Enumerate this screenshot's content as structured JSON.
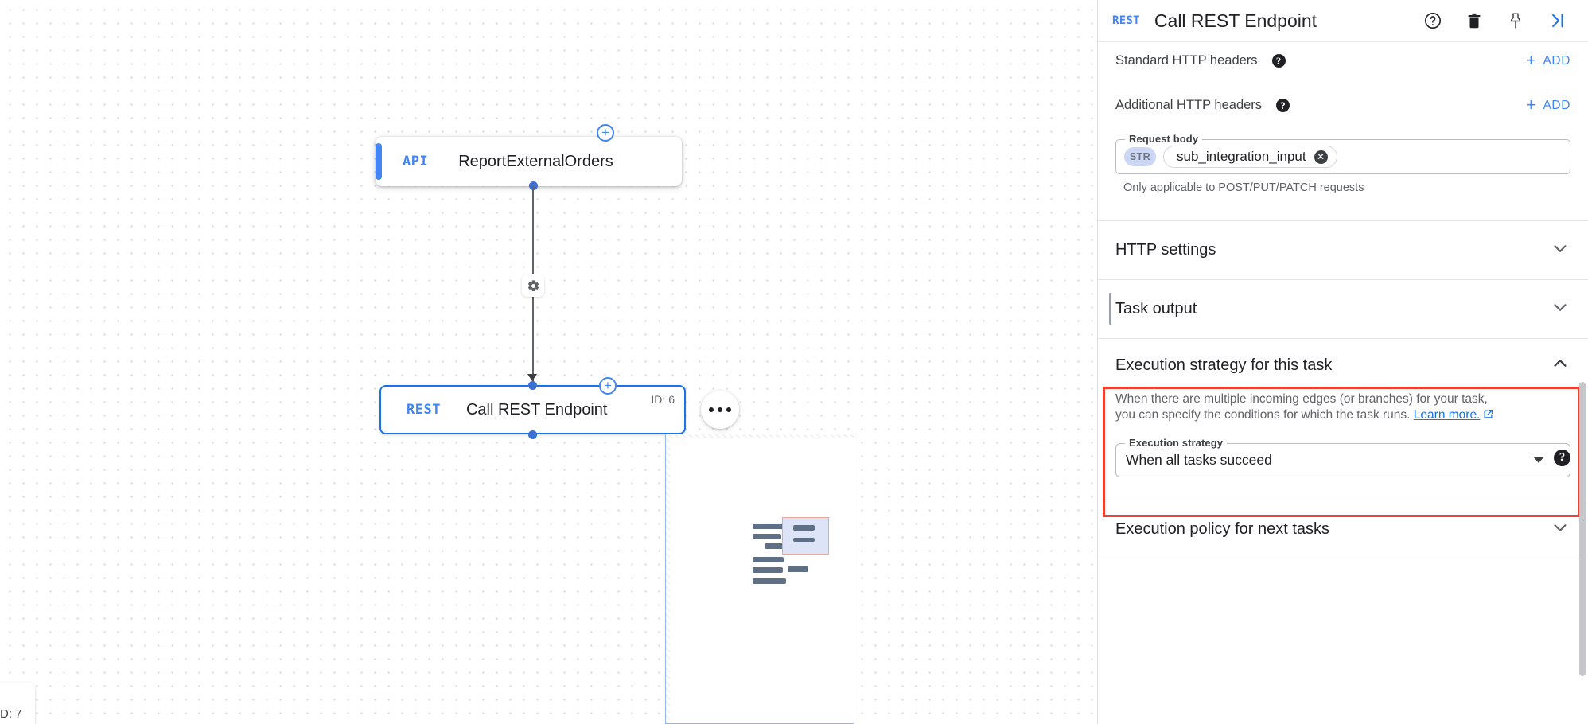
{
  "panel": {
    "header": {
      "badge": "REST",
      "title": "Call REST Endpoint",
      "icons": [
        {
          "name": "help-icon",
          "label": "Help"
        },
        {
          "name": "delete-icon",
          "label": "Delete"
        },
        {
          "name": "pin-icon",
          "label": "Pin"
        },
        {
          "name": "collapse-panel-icon",
          "label": "Collapse panel"
        }
      ]
    },
    "standard_headers": {
      "label": "Standard HTTP headers",
      "help": "?",
      "add_label": "ADD"
    },
    "additional_headers": {
      "label": "Additional HTTP headers",
      "help": "?",
      "add_label": "ADD"
    },
    "request_body": {
      "legend": "Request body",
      "type_pill": "STR",
      "variable": "sub_integration_input",
      "remove": "✕",
      "hint": "Only applicable to POST/PUT/PATCH requests"
    },
    "http_settings": {
      "title": "HTTP settings",
      "state": "collapsed",
      "chevron": "chevron-down"
    },
    "task_output": {
      "title": "Task output",
      "state": "collapsed",
      "chevron": "chevron-down"
    },
    "execution_strategy": {
      "title": "Execution strategy for this task",
      "state": "expanded",
      "chevron": "chevron-up",
      "description_line1": "When there are multiple incoming edges (or branches) for your task,",
      "description_line2": "you can specify the conditions for which the task runs.",
      "learn_more": "Learn more.",
      "field_legend": "Execution strategy",
      "selected_value": "When all tasks succeed",
      "help": "?",
      "highlight_color": "#ea4335"
    },
    "execution_policy": {
      "title": "Execution policy for next tasks",
      "state": "collapsed",
      "chevron": "chevron-down"
    }
  },
  "canvas": {
    "nodes": [
      {
        "id": "node-api",
        "badge": "API",
        "title": "ReportExternalOrders",
        "selected": false,
        "accent_color": "#4285f4"
      },
      {
        "id": "node-rest",
        "badge": "REST",
        "title": "Call REST Endpoint",
        "id_label": "ID: 6",
        "selected": true,
        "accent_color": "#1a73e8"
      }
    ],
    "corner_node_id_label": "D: 7",
    "edge": {
      "gear_icon": "gear-icon"
    },
    "overflow_menu": "more-options-icon"
  }
}
